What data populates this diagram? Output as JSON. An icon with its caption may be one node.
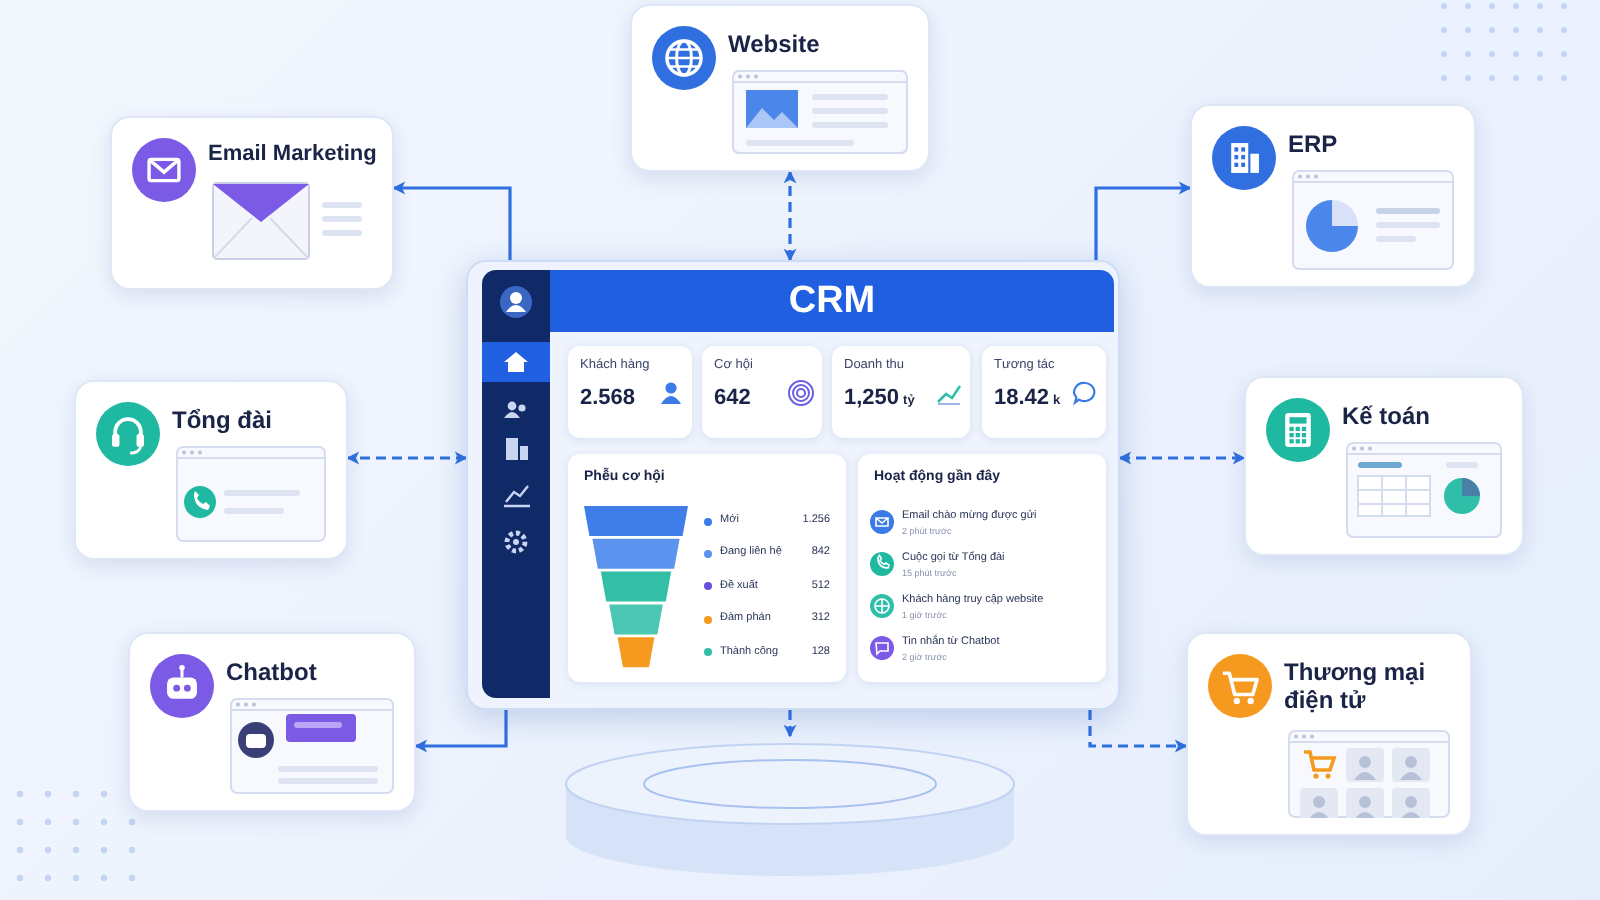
{
  "diagram": {
    "nodes": [
      {
        "text": [
          "Website"
        ]
      },
      {
        "text": [
          "Email Marketing"
        ]
      },
      {
        "text": [
          "ERP"
        ]
      },
      {
        "text": [
          "CRM"
        ]
      },
      {
        "text": [
          "Khách hàng",
          "2.568"
        ],
        "in": 3
      },
      {
        "text": [
          "Cơ hội",
          "642"
        ],
        "in": 3
      },
      {
        "text": [
          "Doanh thu",
          "1,250",
          "tỷ"
        ],
        "in": 3
      },
      {
        "text": [
          "Tương tác",
          "18.42",
          "k"
        ],
        "in": 3
      },
      {
        "text": [
          "Phễu cơ hội"
        ],
        "in": 3
      },
      {
        "text": [
          "Hoạt động gần đây"
        ],
        "in": 3
      },
      {
        "text": [
          "Tổng đài"
        ]
      },
      {
        "text": [
          "Kế toán"
        ]
      },
      {
        "text": [
          "Chatbot"
        ]
      },
      {
        "text": [
          "Thương mại điện tử"
        ]
      },
      {
        "text": [],
        "shape": "cylinder"
      }
    ],
    "edges": [
      {
        "from": 3,
        "to": 0,
        "arrow": "both",
        "style": "dashed"
      },
      {
        "from": 3,
        "to": 1,
        "arrow": "to"
      },
      {
        "from": 3,
        "to": 2,
        "arrow": "to"
      },
      {
        "from": 3,
        "to": 10,
        "arrow": "both",
        "style": "dashed"
      },
      {
        "from": 3,
        "to": 11,
        "arrow": "both",
        "style": "dashed"
      },
      {
        "from": 3,
        "to": 12,
        "arrow": "to"
      },
      {
        "from": 3,
        "to": 13,
        "arrow": "to",
        "style": "dashed"
      },
      {
        "from": 3,
        "to": 14,
        "arrow": "to",
        "style": "dashed"
      }
    ],
    "labels": [
      "Mới",
      "1.256",
      "Đang liên hệ",
      "842",
      "Đề xuất",
      "512",
      "Đàm phán",
      "312",
      "Thành công",
      "128",
      "Email chào mừng được gửi",
      "2 phút trước",
      "Cuộc gọi từ Tổng đài",
      "15 phút trước",
      "Khách hàng truy cập website",
      "1 giờ trước",
      "Tin nhắn từ Chatbot",
      "2 giờ trước"
    ]
  }
}
